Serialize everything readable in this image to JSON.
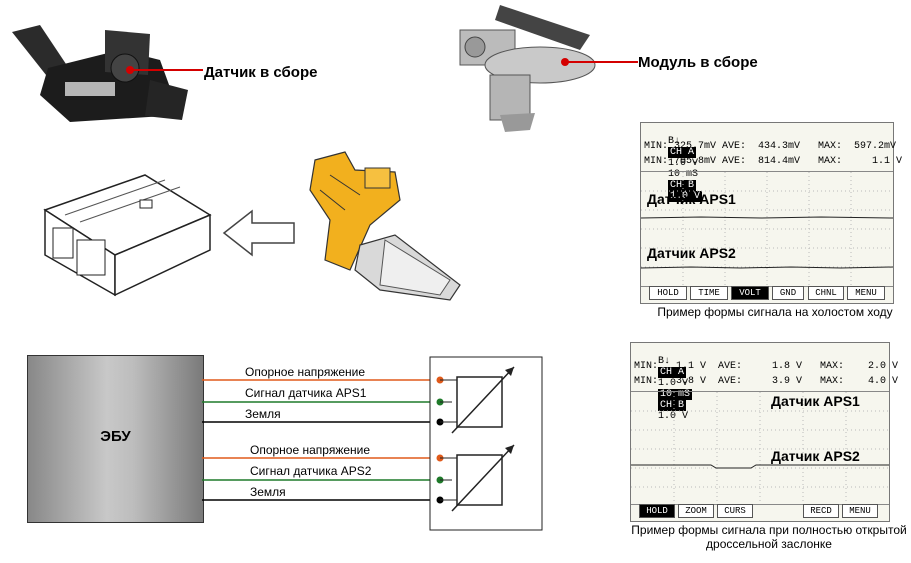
{
  "labels": {
    "sensor_assembly": "Датчик в сборе",
    "module_assembly": "Модуль в сборе",
    "ecu": "ЭБУ"
  },
  "wires": [
    {
      "label": "Опорное напряжение",
      "color": "#e05a1a"
    },
    {
      "label": "Сигнал датчика APS1",
      "color": "#1f7a2a"
    },
    {
      "label": "Земля",
      "color": "#000000"
    },
    {
      "label": "Опорное напряжение",
      "color": "#e05a1a"
    },
    {
      "label": "Сигнал датчика APS2",
      "color": "#1f7a2a"
    },
    {
      "label": "Земля",
      "color": "#000000"
    }
  ],
  "scope1": {
    "header": {
      "b": "B↓",
      "cha": "CH A",
      "cha_val": "1.0 V",
      "time": "10 mS",
      "chb": "CH B",
      "chb_val": "1.0 V"
    },
    "row1": "MIN: 325.7mV AVE:  434.3mV   MAX:  597.2mV",
    "row2": "MIN: 705.8mV AVE:  814.4mV   MAX:     1.1 V",
    "trace1": "Датчик APS1",
    "trace2": "Датчик APS2",
    "buttons": [
      "HOLD",
      "TIME",
      "VOLT",
      "GND",
      "CHNL",
      "MENU"
    ],
    "caption": "Пример формы сигнала на холостом ходу"
  },
  "scope2": {
    "header": {
      "b": "B↓",
      "cha": "CH A",
      "cha_val": "1.0 V",
      "time": "10 mS",
      "chb": "CH B",
      "chb_val": "1.0 V"
    },
    "row1": "MIN:   1.1 V  AVE:     1.8 V   MAX:    2.0 V",
    "row2": "MIN:   3.8 V  AVE:     3.9 V   MAX:    4.0 V",
    "trace1": "Датчик APS1",
    "trace2": "Датчик APS2",
    "buttons": [
      "HOLD",
      "ZOOM",
      "CURS",
      "RECD",
      "MENU"
    ],
    "caption": "Пример формы сигнала при полностью открытой дроссельной заслонке"
  },
  "colors": {
    "reference": "#e05a1a",
    "signal": "#1f7a2a",
    "ground": "#000000",
    "pointer": "#d40000",
    "sensor_yellow": "#f2b01e"
  }
}
